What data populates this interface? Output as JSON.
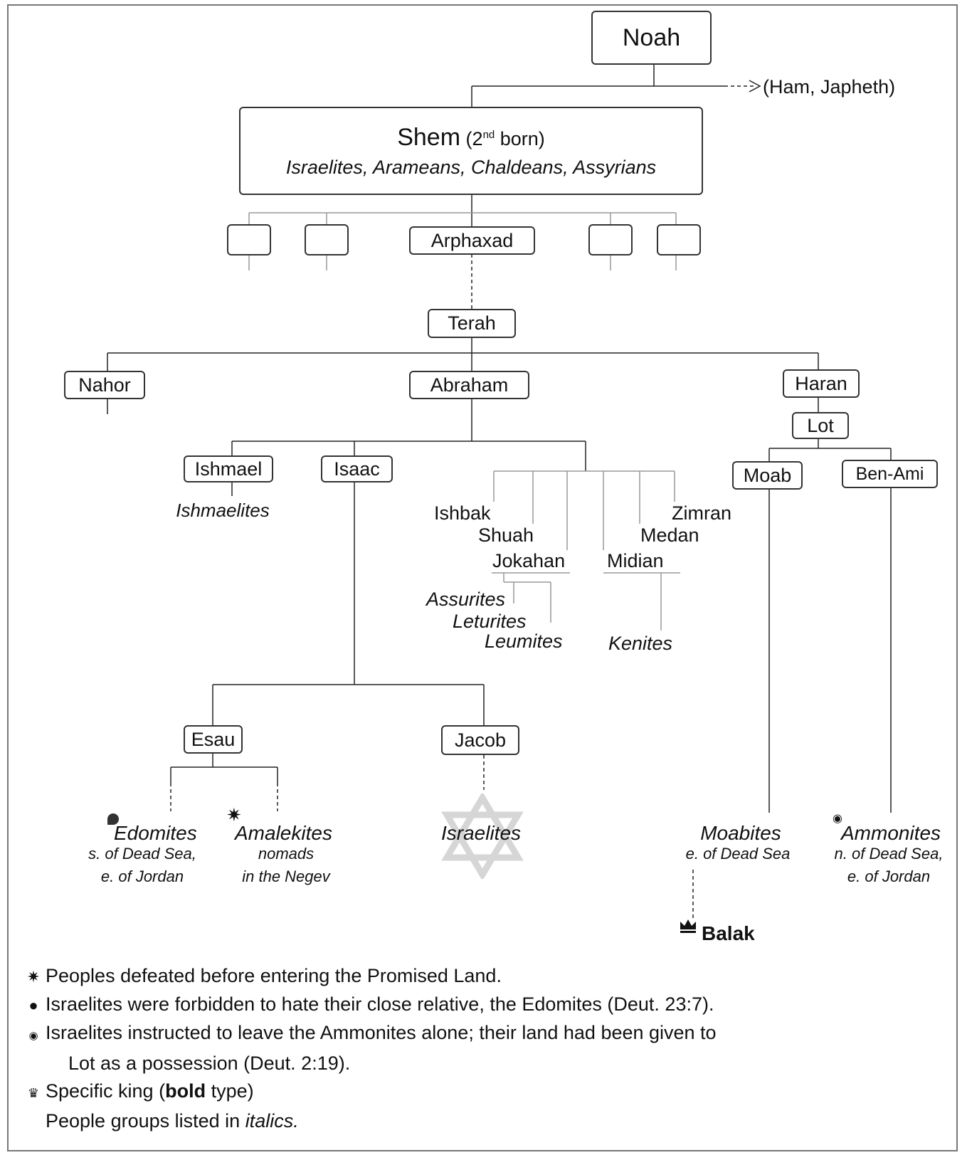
{
  "tree": {
    "noah": "Noah",
    "ham_japheth": "(Ham, Japheth)",
    "shem": {
      "name": "Shem",
      "order_open": "(2",
      "order_sup": "nd",
      "order_close": " born)",
      "peoples": "Israelites, Arameans, Chaldeans, Assyrians"
    },
    "arphaxad": "Arphaxad",
    "terah": "Terah",
    "nahor": "Nahor",
    "abraham": "Abraham",
    "haran": "Haran",
    "lot": "Lot",
    "ishmael": {
      "name": "Ishmael",
      "people": "Ishmaelites"
    },
    "isaac": "Isaac",
    "keturah_sons": {
      "ishbak": "Ishbak",
      "shuah": "Shuah",
      "jokahan": "Jokahan",
      "midian": "Midian",
      "medan": "Medan",
      "zimran": "Zimran",
      "jokahan_descendants": [
        "Assurites",
        "Leturites",
        "Leumites"
      ],
      "midian_descendants": [
        "Kenites"
      ]
    },
    "moab": {
      "name": "Moab",
      "people": "Moabites",
      "location": "e. of Dead Sea",
      "king": "Balak"
    },
    "ben_ami": {
      "name": "Ben-Ami",
      "people": "Ammonites",
      "location_line1": "n. of Dead Sea,",
      "location_line2": "e. of Jordan"
    },
    "esau": "Esau",
    "jacob": "Jacob",
    "edomites": {
      "people": "Edomites",
      "location_line1": "s. of Dead Sea,",
      "location_line2": "e. of Jordan"
    },
    "amalekites": {
      "people": "Amalekites",
      "location_line1": "nomads",
      "location_line2": "in the Negev"
    },
    "israelites": "Israelites"
  },
  "legend": {
    "defeated": "Peoples defeated before entering the Promised Land.",
    "edom_pre": "Israelites were forbidden to hate their close relative, the Edomites (Deut. 23:7).",
    "ammon_line1": "Israelites instructed to leave the Ammonites alone; their land had been given to",
    "ammon_line2": "Lot as a possession (Deut. 2:19).",
    "king_pre": "Specific king (",
    "king_bold": "bold",
    "king_post": " type)",
    "italics_pre": "People groups listed in ",
    "italics_word": "italics."
  },
  "icons": {
    "defeated": "star-burst-icon",
    "edom": "drop-icon",
    "ammon": "eye-icon",
    "king": "crown-icon",
    "israel": "star-of-david-icon"
  },
  "colors": {
    "line": "#222222",
    "light_line": "#9a9a9a",
    "star_of_david": "#d6d6d6",
    "frame": "#777777"
  }
}
